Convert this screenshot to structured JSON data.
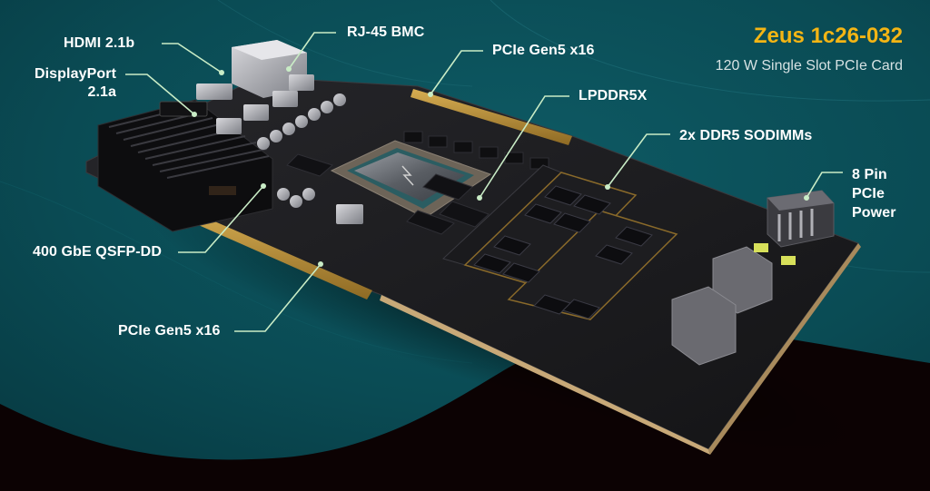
{
  "header": {
    "title": "Zeus 1c26-032",
    "subtitle": "120 W Single Slot PCIe Card"
  },
  "colors": {
    "background_teal": "#0b4f58",
    "background_dark": "#0c0203",
    "title_accent": "#f4b514",
    "leader_line": "#c9ecc6",
    "pcb": "#1c1c1e",
    "gold_finger": "#b8913a"
  },
  "callouts": [
    {
      "id": "hdmi",
      "label": "HDMI 2.1b"
    },
    {
      "id": "displayport",
      "label_line1": "DisplayPort",
      "label_line2": "2.1a"
    },
    {
      "id": "rj45",
      "label": "RJ-45 BMC"
    },
    {
      "id": "pcie_top",
      "label": "PCIe Gen5 x16"
    },
    {
      "id": "lpddr5x",
      "label": "LPDDR5X"
    },
    {
      "id": "sodimm",
      "label": "2x DDR5 SODIMMs"
    },
    {
      "id": "power",
      "label_line1": "8 Pin",
      "label_line2": "PCIe",
      "label_line3": "Power"
    },
    {
      "id": "qsfp",
      "label": "400 GbE QSFP-DD"
    },
    {
      "id": "pcie_bottom",
      "label": "PCIe Gen5 x16"
    }
  ]
}
